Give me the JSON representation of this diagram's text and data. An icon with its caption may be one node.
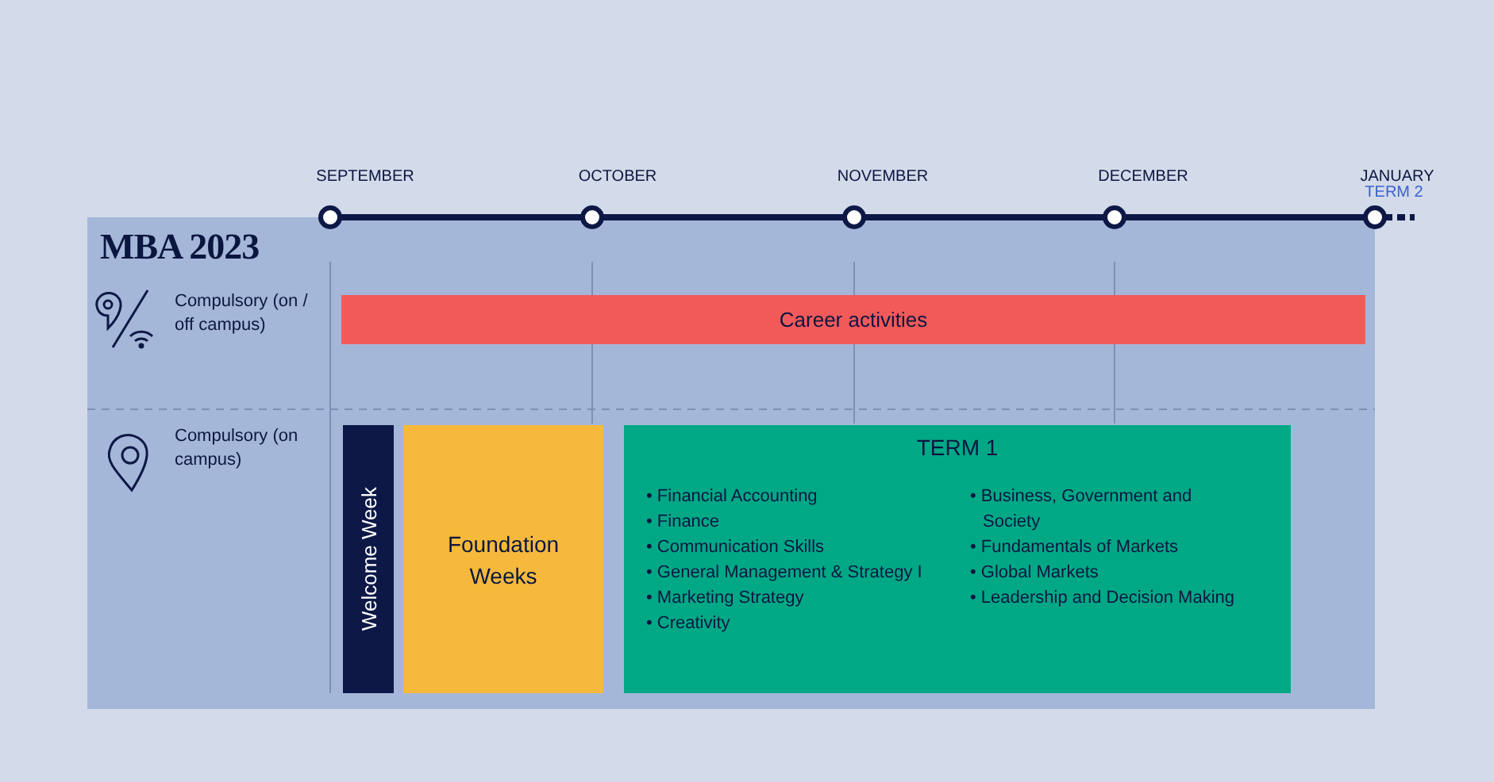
{
  "diagram": {
    "nodes": [
      {
        "text": [
          "MBA 2023"
        ]
      },
      {
        "text": [
          "Career activities"
        ],
        "in": 0
      },
      {
        "text": [
          "Welcome Week"
        ],
        "in": 0
      },
      {
        "text": [
          "Foundation Weeks"
        ],
        "in": 0
      },
      {
        "text": [
          "TERM 1",
          "• Financial Accounting",
          "• Finance",
          "• Communication Skills",
          "• General Management & Strategy I",
          "• Marketing Strategy",
          "• Creativity",
          "• Business, Government and Society",
          "• Fundamentals of Markets",
          "• Global Markets",
          "• Leadership and Decision Making"
        ],
        "in": 0
      }
    ],
    "edges": [],
    "labels": [
      "SEPTEMBER",
      "OCTOBER",
      "NOVEMBER",
      "DECEMBER",
      "JANUARY",
      "TERM 2",
      "Compulsory (on / off campus)",
      "Compulsory (on campus)"
    ]
  }
}
